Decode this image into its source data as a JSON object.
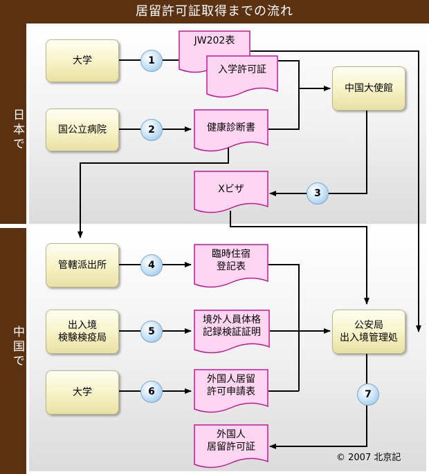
{
  "title": "居留許可証取得までの流れ",
  "sections": {
    "japan": "日本で",
    "china": "中国で"
  },
  "nodes": {
    "university_jp": "大学",
    "public_hospital": "国公立病院",
    "embassy": "中国大使館",
    "jurisdiction_police": "管轄派出所",
    "inspection_bureau": "出入境\n検験検疫局",
    "university_cn": "大学",
    "public_security": "公安局\n出入境管理処"
  },
  "documents": {
    "jw202": "JW202表",
    "admission": "入学許可証",
    "health": "健康診断書",
    "xvisa": "Xビザ",
    "temp_residence": "臨時住宿\n登記表",
    "foreigner_health": "境外人員体格\n記録検証証明",
    "residence_application": "外国人居留\n許可申請表",
    "residence_permit": "外国人\n居留許可証"
  },
  "steps": [
    "1",
    "2",
    "3",
    "4",
    "5",
    "6",
    "7"
  ],
  "copyright": "© 2007 北京記",
  "colors": {
    "brown_bar": "#5a3212",
    "node_fill": "#f7f2c6",
    "doc_fill": "#ffd6f2",
    "doc_border": "#c0188f",
    "step_fill": "#cfe6f7",
    "connector": "#000000"
  }
}
